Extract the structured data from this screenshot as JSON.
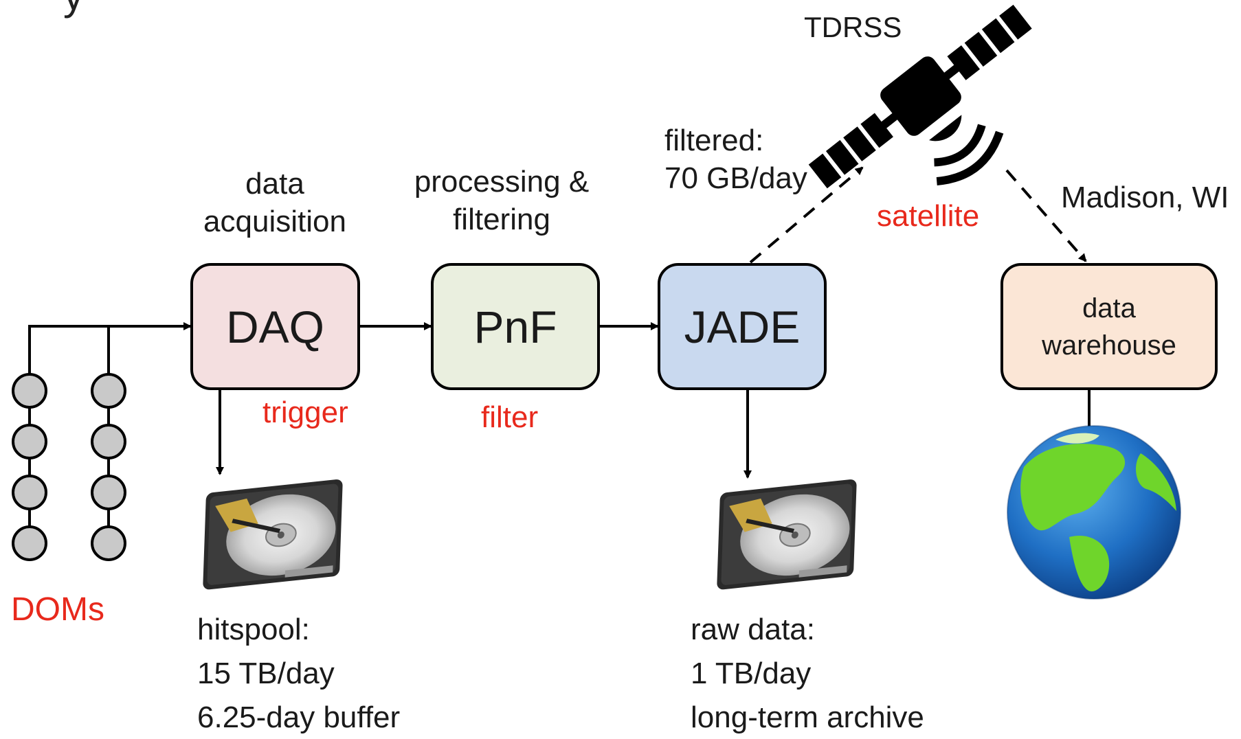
{
  "labels": {
    "daq_caption": "data acquisition",
    "daq_caption_line1": "data",
    "daq_caption_line2": "acquisition",
    "pnf_caption_line1": "processing &",
    "pnf_caption_line2": "filtering",
    "filtered_line1": "filtered:",
    "filtered_line2": "70 GB/day",
    "tdrss": "TDRSS",
    "satellite": "satellite",
    "madison": "Madison, WI",
    "trigger": "trigger",
    "filter": "filter",
    "doms": "DOMs",
    "hitspool_line1": "hitspool:",
    "hitspool_line2": "15 TB/day",
    "hitspool_line3": "6.25-day buffer",
    "raw_line1": "raw data:",
    "raw_line2": "1 TB/day",
    "raw_line3": "long-term archive",
    "partial_title": "y"
  },
  "boxes": {
    "daq": "DAQ",
    "pnf": "PnF",
    "jade": "JADE",
    "warehouse_line1": "data",
    "warehouse_line2": "warehouse"
  },
  "colors": {
    "daq_fill": "#f4dfe0",
    "pnf_fill": "#eaefdf",
    "jade_fill": "#c9d9ef",
    "warehouse_fill": "#fbe6d6",
    "accent_red": "#e8291c",
    "dom_fill": "#c9c9c9"
  },
  "icons": [
    "satellite-icon",
    "hard-drive-icon",
    "globe-icon"
  ]
}
